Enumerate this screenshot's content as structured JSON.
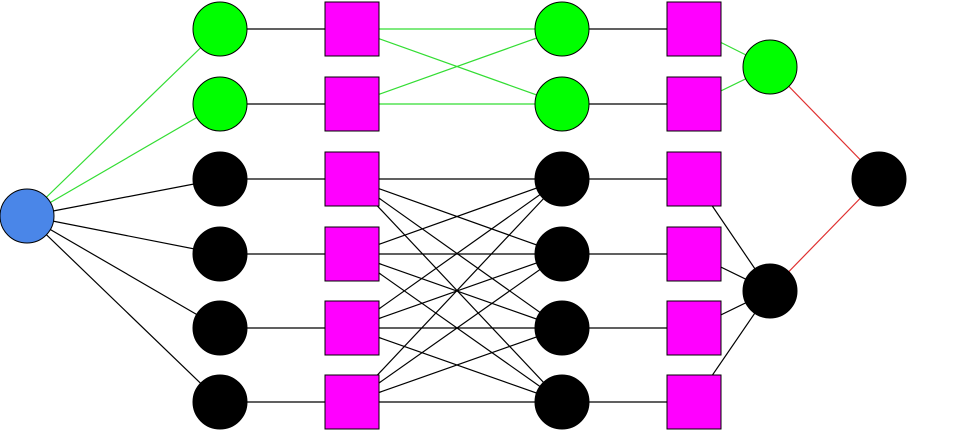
{
  "diagram": {
    "colors": {
      "source": "#4a86e8",
      "green": "#00ff00",
      "black": "#000000",
      "magenta": "#ff00ff",
      "edge_green": "#33dd33",
      "edge_black": "#000000",
      "edge_red": "#e03030"
    },
    "nodes": [
      {
        "id": "source",
        "shape": "circle",
        "color": "source"
      },
      {
        "id": "c1-1",
        "shape": "circle",
        "color": "green"
      },
      {
        "id": "c1-2",
        "shape": "circle",
        "color": "green"
      },
      {
        "id": "c1-3",
        "shape": "circle",
        "color": "black"
      },
      {
        "id": "c1-4",
        "shape": "circle",
        "color": "black"
      },
      {
        "id": "c1-5",
        "shape": "circle",
        "color": "black"
      },
      {
        "id": "c1-6",
        "shape": "circle",
        "color": "black"
      },
      {
        "id": "s1-1",
        "shape": "square",
        "color": "magenta"
      },
      {
        "id": "s1-2",
        "shape": "square",
        "color": "magenta"
      },
      {
        "id": "s1-3",
        "shape": "square",
        "color": "magenta"
      },
      {
        "id": "s1-4",
        "shape": "square",
        "color": "magenta"
      },
      {
        "id": "s1-5",
        "shape": "square",
        "color": "magenta"
      },
      {
        "id": "s1-6",
        "shape": "square",
        "color": "magenta"
      },
      {
        "id": "c2-1",
        "shape": "circle",
        "color": "green"
      },
      {
        "id": "c2-2",
        "shape": "circle",
        "color": "green"
      },
      {
        "id": "c2-3",
        "shape": "circle",
        "color": "black"
      },
      {
        "id": "c2-4",
        "shape": "circle",
        "color": "black"
      },
      {
        "id": "c2-5",
        "shape": "circle",
        "color": "black"
      },
      {
        "id": "c2-6",
        "shape": "circle",
        "color": "black"
      },
      {
        "id": "s2-1",
        "shape": "square",
        "color": "magenta"
      },
      {
        "id": "s2-2",
        "shape": "square",
        "color": "magenta"
      },
      {
        "id": "s2-3",
        "shape": "square",
        "color": "magenta"
      },
      {
        "id": "s2-4",
        "shape": "square",
        "color": "magenta"
      },
      {
        "id": "s2-5",
        "shape": "square",
        "color": "magenta"
      },
      {
        "id": "s2-6",
        "shape": "square",
        "color": "magenta"
      },
      {
        "id": "agg-green",
        "shape": "circle",
        "color": "green"
      },
      {
        "id": "agg-black",
        "shape": "circle",
        "color": "black"
      },
      {
        "id": "sink",
        "shape": "circle",
        "color": "black"
      }
    ],
    "edges": [
      {
        "from": "source",
        "to": "c1-1",
        "color": "edge_green"
      },
      {
        "from": "source",
        "to": "c1-2",
        "color": "edge_green"
      },
      {
        "from": "source",
        "to": "c1-3",
        "color": "edge_black"
      },
      {
        "from": "source",
        "to": "c1-4",
        "color": "edge_black"
      },
      {
        "from": "source",
        "to": "c1-5",
        "color": "edge_black"
      },
      {
        "from": "source",
        "to": "c1-6",
        "color": "edge_black"
      },
      {
        "from": "c1-1",
        "to": "s1-1",
        "color": "edge_black"
      },
      {
        "from": "c1-2",
        "to": "s1-2",
        "color": "edge_black"
      },
      {
        "from": "c1-3",
        "to": "s1-3",
        "color": "edge_black"
      },
      {
        "from": "c1-4",
        "to": "s1-4",
        "color": "edge_black"
      },
      {
        "from": "c1-5",
        "to": "s1-5",
        "color": "edge_black"
      },
      {
        "from": "c1-6",
        "to": "s1-6",
        "color": "edge_black"
      },
      {
        "from": "s1-1",
        "to": "c2-1",
        "color": "edge_green"
      },
      {
        "from": "s1-1",
        "to": "c2-2",
        "color": "edge_green"
      },
      {
        "from": "s1-2",
        "to": "c2-1",
        "color": "edge_green"
      },
      {
        "from": "s1-2",
        "to": "c2-2",
        "color": "edge_green"
      },
      {
        "from": "s1-3",
        "to": "c2-3",
        "color": "edge_black"
      },
      {
        "from": "s1-3",
        "to": "c2-4",
        "color": "edge_black"
      },
      {
        "from": "s1-3",
        "to": "c2-5",
        "color": "edge_black"
      },
      {
        "from": "s1-3",
        "to": "c2-6",
        "color": "edge_black"
      },
      {
        "from": "s1-4",
        "to": "c2-3",
        "color": "edge_black"
      },
      {
        "from": "s1-4",
        "to": "c2-4",
        "color": "edge_black"
      },
      {
        "from": "s1-4",
        "to": "c2-5",
        "color": "edge_black"
      },
      {
        "from": "s1-4",
        "to": "c2-6",
        "color": "edge_black"
      },
      {
        "from": "s1-5",
        "to": "c2-3",
        "color": "edge_black"
      },
      {
        "from": "s1-5",
        "to": "c2-4",
        "color": "edge_black"
      },
      {
        "from": "s1-5",
        "to": "c2-5",
        "color": "edge_black"
      },
      {
        "from": "s1-5",
        "to": "c2-6",
        "color": "edge_black"
      },
      {
        "from": "s1-6",
        "to": "c2-3",
        "color": "edge_black"
      },
      {
        "from": "s1-6",
        "to": "c2-4",
        "color": "edge_black"
      },
      {
        "from": "s1-6",
        "to": "c2-5",
        "color": "edge_black"
      },
      {
        "from": "s1-6",
        "to": "c2-6",
        "color": "edge_black"
      },
      {
        "from": "c2-1",
        "to": "s2-1",
        "color": "edge_black"
      },
      {
        "from": "c2-2",
        "to": "s2-2",
        "color": "edge_black"
      },
      {
        "from": "c2-3",
        "to": "s2-3",
        "color": "edge_black"
      },
      {
        "from": "c2-4",
        "to": "s2-4",
        "color": "edge_black"
      },
      {
        "from": "c2-5",
        "to": "s2-5",
        "color": "edge_black"
      },
      {
        "from": "c2-6",
        "to": "s2-6",
        "color": "edge_black"
      },
      {
        "from": "s2-1",
        "to": "agg-green",
        "color": "edge_green"
      },
      {
        "from": "s2-2",
        "to": "agg-green",
        "color": "edge_green"
      },
      {
        "from": "s2-3",
        "to": "agg-black",
        "color": "edge_black"
      },
      {
        "from": "s2-4",
        "to": "agg-black",
        "color": "edge_black"
      },
      {
        "from": "s2-5",
        "to": "agg-black",
        "color": "edge_black"
      },
      {
        "from": "s2-6",
        "to": "agg-black",
        "color": "edge_black"
      },
      {
        "from": "agg-green",
        "to": "sink",
        "color": "edge_red"
      },
      {
        "from": "agg-black",
        "to": "sink",
        "color": "edge_red"
      }
    ]
  }
}
